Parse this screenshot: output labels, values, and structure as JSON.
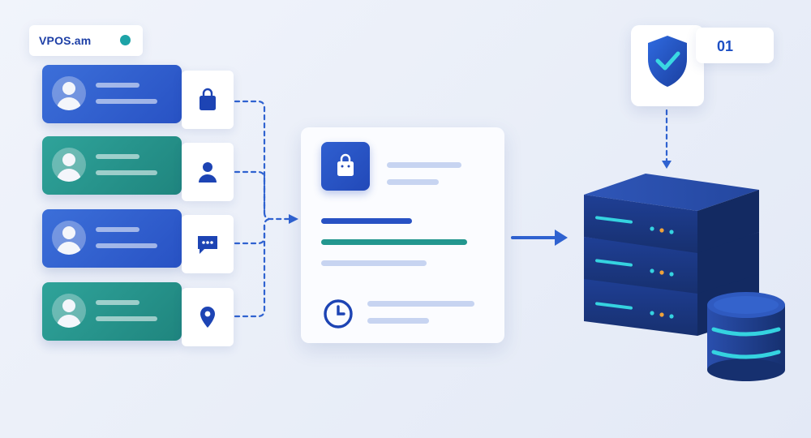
{
  "brand": {
    "name": "VPOS.am"
  },
  "badge": {
    "label": "01"
  },
  "users": [
    {
      "variant": "blue",
      "icon": "shopping-bag-icon"
    },
    {
      "variant": "teal",
      "icon": "person-icon"
    },
    {
      "variant": "blue",
      "icon": "chat-bubble-icon"
    },
    {
      "variant": "teal",
      "icon": "location-pin-icon"
    }
  ],
  "document": {
    "icon": "shopping-bag-icon",
    "footer_icon": "clock-icon"
  },
  "security": {
    "icon": "shield-check-icon"
  },
  "destination": {
    "icons": [
      "server-stack-icon",
      "database-icon"
    ]
  },
  "colors": {
    "primary_blue": "#2852c4",
    "teal": "#1f857e",
    "connector": "#2f62d0",
    "server_dark": "#1a3684",
    "server_glow": "#35d3e0"
  }
}
